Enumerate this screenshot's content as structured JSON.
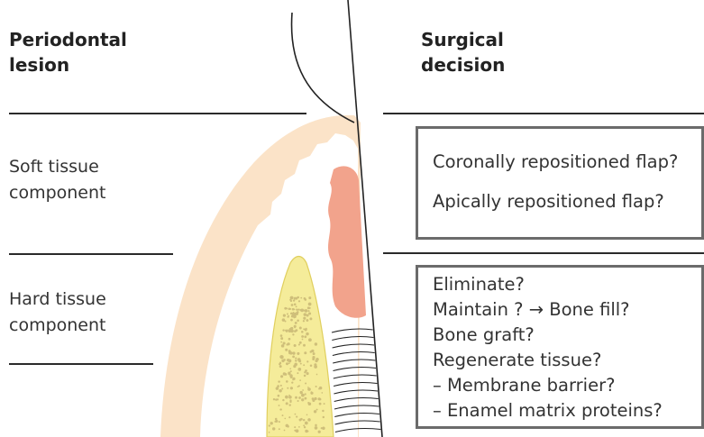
{
  "left_header": {
    "line1": "Periodontal",
    "line2": "lesion"
  },
  "right_header": {
    "line1": "Surgical",
    "line2": "decision"
  },
  "soft_label": {
    "line1": "Soft tissue",
    "line2": "component"
  },
  "hard_label": {
    "line1": "Hard tissue",
    "line2": "component"
  },
  "soft_box": {
    "items": [
      "Coronally repositioned flap?",
      "Apically repositioned flap?"
    ]
  },
  "hard_box": {
    "items": [
      "Eliminate?",
      "Maintain ?  →  Bone fill?",
      "Bone graft?",
      "Regenerate tissue?",
      "– Membrane barrier?",
      "– Enamel matrix proteins?"
    ]
  },
  "colors": {
    "gingiva": "#fbe3c8",
    "lesion": "#f2a38c",
    "bone": "#f5ec9a",
    "bone_outline": "#e0cf5e",
    "box_border": "#6b6b6b"
  }
}
